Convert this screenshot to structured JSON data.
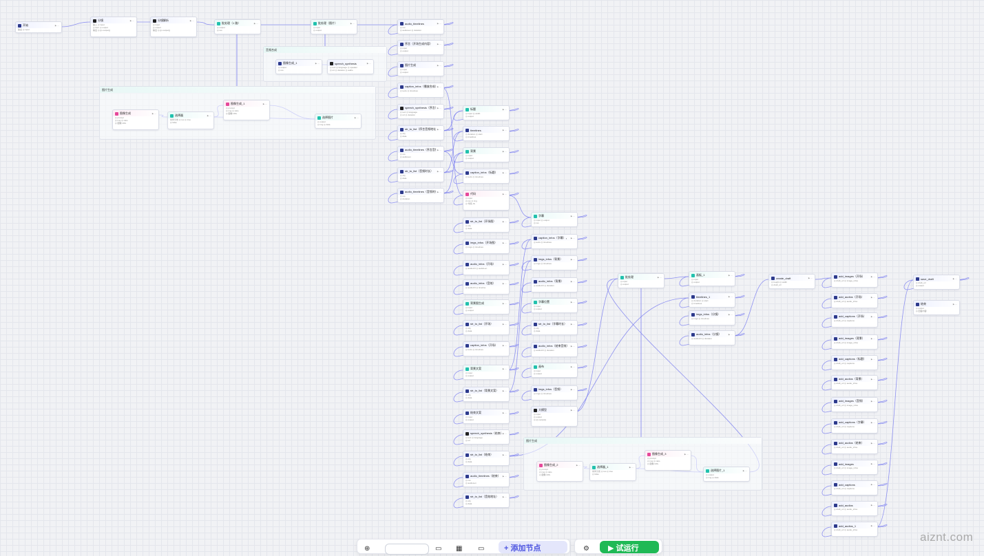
{
  "colors": {
    "edge": "#7b7ff0",
    "teal": "#21c1ad",
    "navy": "#2d3a8c",
    "black": "#222222",
    "pink": "#e6489a",
    "green": "#1fb955",
    "purple": "#5a5ff0"
  },
  "nodes": [
    {
      "id": "start",
      "title": "开始",
      "icon": "navy",
      "lines": [
        "输出 ◎ input"
      ]
    },
    {
      "id": "split",
      "title": "分镜",
      "icon": "black",
      "lines": [
        "输入 ◎ input",
        "◎ item ◎ output",
        "输出 ◎ {{x.output}}"
      ]
    },
    {
      "id": "parse",
      "title": "分镜解析",
      "icon": "black",
      "lines": [
        "◎ input",
        "◎ output",
        "输出 ◎ {{x.output}}"
      ]
    },
    {
      "id": "batch1",
      "title": "批处理（1 路）",
      "icon": "teal",
      "lines": [
        "◎ output",
        "◎ res"
      ]
    },
    {
      "id": "batch2",
      "title": "批处理（图片）",
      "icon": "teal",
      "lines": [
        "◎ input",
        "◎ output"
      ]
    },
    {
      "id": "audio1",
      "title": "audio_timelines",
      "icon": "blue",
      "lines": [
        "◎ res",
        "◎ audioLen ◎ duration"
      ]
    },
    {
      "id": "intro",
      "title": "序言（开场生成内容）",
      "icon": "blue",
      "lines": [
        "◎ input",
        "◎ output"
      ]
    },
    {
      "id": "imgtpl",
      "title": "图片生成",
      "icon": "blue",
      "lines": [
        "◎ input",
        "◎ output"
      ]
    },
    {
      "id": "cap1",
      "title": "caption_infos（播放合成）",
      "icon": "blue",
      "lines": [
        "◎ texts ◎ timelines"
      ]
    },
    {
      "id": "speech1",
      "title": "speech_synthesis（序言）",
      "icon": "black",
      "lines": [
        "◎ text ◎ language",
        "◎ url ◎ duration"
      ]
    },
    {
      "id": "tts1",
      "title": "str_to_list（序言音频地址）",
      "icon": "blue",
      "lines": [
        "◎ obj",
        "◎ data"
      ]
    },
    {
      "id": "audio2",
      "title": "audio_timelines（序言音频）",
      "icon": "blue",
      "lines": [
        "◎ res",
        "◎ audioLen"
      ]
    },
    {
      "id": "tts2",
      "title": "str_to_list（音频时长）",
      "icon": "blue",
      "lines": [
        "◎ obj",
        "◎ data"
      ]
    },
    {
      "id": "audio3",
      "title": "audio_timelines（音频时长）",
      "icon": "blue",
      "lines": [
        "◎ res",
        "◎ duration"
      ]
    },
    {
      "id": "title",
      "title": "标题",
      "icon": "teal",
      "lines": [
        "◎ input ◎ width",
        "◎ output"
      ]
    },
    {
      "id": "tl1",
      "title": "timelines",
      "icon": "blue",
      "lines": [
        "◎ duration ◎ start",
        "◎ timelines"
      ]
    },
    {
      "id": "bg",
      "title": "背景",
      "icon": "teal",
      "lines": [
        "◎ input",
        "◎ output"
      ]
    },
    {
      "id": "cap2",
      "title": "caption_infos（标题）",
      "icon": "blue",
      "lines": [
        "◎ texts ◎ timelines"
      ]
    },
    {
      "id": "code1",
      "title": "代码",
      "icon": "pink",
      "lines": [
        "◎ input",
        "◎ res ◎ img",
        "◎ 代码 JS"
      ]
    },
    {
      "id": "tts3",
      "title": "str_to_list（开场图）",
      "icon": "blue",
      "lines": [
        "◎ obj",
        "◎ data"
      ]
    },
    {
      "id": "img1",
      "title": "imgs_infos（开场图）",
      "icon": "blue",
      "lines": [
        "◎ imgs ◎ timelines"
      ]
    },
    {
      "id": "audio4",
      "title": "audio_infos（开场）",
      "icon": "blue",
      "lines": [
        "◎ audioUrl ◎ audioLen"
      ]
    },
    {
      "id": "audio5",
      "title": "audio_infos（音效）",
      "icon": "blue",
      "lines": [
        "◎ audioUrl ◎ timeline"
      ]
    },
    {
      "id": "bgimg",
      "title": "背景图生成",
      "icon": "teal",
      "lines": [
        "◎ input",
        "◎ output"
      ]
    },
    {
      "id": "tts4",
      "title": "str_to_list（开场）",
      "icon": "blue",
      "lines": [
        "◎ obj",
        "◎ data"
      ]
    },
    {
      "id": "cap3",
      "title": "caption_infos（开场）",
      "icon": "blue",
      "lines": [
        "◎ texts ◎ timelines"
      ]
    },
    {
      "id": "bgtxt",
      "title": "背景文案",
      "icon": "teal",
      "lines": [
        "◎ input",
        "◎ output"
      ]
    },
    {
      "id": "tts5",
      "title": "str_to_list（背景文案）",
      "icon": "blue",
      "lines": [
        "◎ obj",
        "◎ data"
      ]
    },
    {
      "id": "endtxt",
      "title": "结束文案",
      "icon": "navy",
      "lines": [
        "◎ input",
        "◎ output"
      ]
    },
    {
      "id": "speech2",
      "title": "speech_synthesis（结束语）",
      "icon": "black",
      "lines": [
        "◎ text ◎ language",
        "◎ url"
      ]
    },
    {
      "id": "tts6",
      "title": "str_to_list（结束）",
      "icon": "blue",
      "lines": [
        "◎ obj",
        "◎ data"
      ]
    },
    {
      "id": "audio6",
      "title": "audio_timelines（结束）",
      "icon": "blue",
      "lines": [
        "◎ res",
        "◎ audioLen"
      ]
    },
    {
      "id": "tts7",
      "title": "str_to_list（音效地址）",
      "icon": "blue",
      "lines": [
        "◎ obj",
        "◎ data"
      ]
    },
    {
      "id": "sub",
      "title": "字幕",
      "icon": "teal",
      "lines": [
        "◎ input ◎ output",
        "◎ res"
      ]
    },
    {
      "id": "cap4",
      "title": "caption_infos（字幕），",
      "icon": "blue",
      "lines": [
        "◎ texts ◎ timelines"
      ]
    },
    {
      "id": "img2",
      "title": "imgs_infos（背景）",
      "icon": "blue",
      "lines": [
        "◎ imgs ◎ timelines"
      ]
    },
    {
      "id": "audio7",
      "title": "audio_infos（背景）",
      "icon": "blue",
      "lines": [
        "◎ audioUrl ◎ duration"
      ]
    },
    {
      "id": "pos",
      "title": "字幕位置",
      "icon": "teal",
      "lines": [
        "◎ input",
        "◎ output"
      ]
    },
    {
      "id": "tts8",
      "title": "str_to_list（字幕时长）",
      "icon": "blue",
      "lines": [
        "◎ obj",
        "◎ data"
      ]
    },
    {
      "id": "audio8",
      "title": "audio_infos（结束音效）",
      "icon": "blue",
      "lines": [
        "◎ audioUrl ◎ duration"
      ]
    },
    {
      "id": "ratio",
      "title": "画布",
      "icon": "teal",
      "lines": [
        "◎ input",
        "◎ output"
      ]
    },
    {
      "id": "img3",
      "title": "imgs_infos（音频）",
      "icon": "blue",
      "lines": [
        "◎ imgs ◎ timelines"
      ]
    },
    {
      "id": "llm",
      "title": "大模型",
      "icon": "black",
      "lines": [
        "◎ input",
        "◎ output",
        "◎ {{x.output}}"
      ]
    },
    {
      "id": "batch3",
      "title": "批处理",
      "icon": "teal",
      "lines": [
        "◎ input",
        "◎ output"
      ]
    },
    {
      "id": "sel1",
      "title": "画板_1",
      "icon": "teal",
      "lines": [
        "◎ input",
        "◎ output"
      ]
    },
    {
      "id": "tl2",
      "title": "timelines_1",
      "icon": "blue",
      "lines": [
        "◎ duration ◎ start",
        "◎ timelines"
      ]
    },
    {
      "id": "img4",
      "title": "imgs_infos（分镜）",
      "icon": "blue",
      "lines": [
        "◎ imgs ◎ timelines"
      ]
    },
    {
      "id": "audio9",
      "title": "audio_infos（分镜）",
      "icon": "blue",
      "lines": [
        "◎ audioUrl ◎ duration"
      ]
    },
    {
      "id": "draft",
      "title": "create_draft",
      "icon": "navy",
      "lines": [
        "◎ height ◎ width",
        "◎ draft_url"
      ]
    },
    {
      "id": "ad1",
      "title": "add_images（开场）",
      "icon": "blue",
      "lines": [
        "◎ draft_url ◎ image_infos"
      ]
    },
    {
      "id": "ad2",
      "title": "add_audios（开场）",
      "icon": "blue",
      "lines": [
        "◎ draft_url ◎ audio_infos"
      ]
    },
    {
      "id": "ad3",
      "title": "add_captions（开场）",
      "icon": "blue",
      "lines": [
        "◎ draft_url ◎ captions"
      ]
    },
    {
      "id": "ad4",
      "title": "add_images（背景）",
      "icon": "blue",
      "lines": [
        "◎ draft_url ◎ image_infos"
      ]
    },
    {
      "id": "ad5",
      "title": "add_captions（标题）",
      "icon": "blue",
      "lines": [
        "◎ draft_url ◎ captions"
      ]
    },
    {
      "id": "ad6",
      "title": "add_audios（背景）",
      "icon": "blue",
      "lines": [
        "◎ draft_url ◎ audio_infos"
      ]
    },
    {
      "id": "ad7",
      "title": "add_images（音频）",
      "icon": "blue",
      "lines": [
        "◎ draft_url ◎ image_infos"
      ]
    },
    {
      "id": "ad8",
      "title": "add_captions（字幕）",
      "icon": "blue",
      "lines": [
        "◎ draft_url ◎ captions"
      ]
    },
    {
      "id": "ad9",
      "title": "add_audios（结束）",
      "icon": "blue",
      "lines": [
        "◎ draft_url ◎ audio_infos"
      ]
    },
    {
      "id": "ad10",
      "title": "add_images",
      "icon": "blue",
      "lines": [
        "◎ draft_url ◎ image_infos"
      ]
    },
    {
      "id": "ad11",
      "title": "add_captions",
      "icon": "blue",
      "lines": [
        "◎ draft_url ◎ captions"
      ]
    },
    {
      "id": "ad12",
      "title": "add_audios",
      "icon": "blue",
      "lines": [
        "◎ draft_url ◎ audio_infos"
      ]
    },
    {
      "id": "ad13",
      "title": "add_audios_1",
      "icon": "blue",
      "lines": [
        "◎ draft_url ◎ audio_infos"
      ]
    },
    {
      "id": "save",
      "title": "save_draft",
      "icon": "navy",
      "lines": [
        "◎ draft_url",
        "◎ output"
      ]
    },
    {
      "id": "end",
      "title": "结束",
      "icon": "navy",
      "lines": [
        "◎ output",
        "◎ 回答内容"
      ]
    },
    {
      "id": "g1_in",
      "title": "图像生成_1",
      "icon": "navy",
      "lines": [
        "◎ output",
        "◎ res"
      ]
    },
    {
      "id": "g1_sp",
      "title": "speech_synthesis",
      "icon": "black",
      "lines": [
        "◎ text ◎ language ◎ speaker",
        "◎ url ◎ duration ◎ audio"
      ]
    },
    {
      "id": "g2_code",
      "title": "图像生成",
      "icon": "pink",
      "lines": [
        "◎ prompt",
        "◎ img ◎ ratio",
        "◎ 图像 URL"
      ]
    },
    {
      "id": "g2_sel",
      "title": "选择器",
      "icon": "teal",
      "lines": [
        "条件分支 ◎ res ◎ true",
        "◎ false"
      ]
    },
    {
      "id": "g2_gen",
      "title": "图像生成_1",
      "icon": "pink",
      "lines": [
        "◎ prompt",
        "◎ img ◎ ratio",
        "◎ 图像 URL"
      ]
    },
    {
      "id": "g2_out",
      "title": "选择图片",
      "icon": "teal",
      "lines": [
        "◎ output",
        "◎ img ◎ data"
      ]
    },
    {
      "id": "g3_code",
      "title": "图像生成_2",
      "icon": "pink",
      "lines": [
        "◎ prompt",
        "◎ img ◎ ratio",
        "◎ 图像 URL"
      ]
    },
    {
      "id": "g3_sel",
      "title": "选择器_1",
      "icon": "teal",
      "lines": [
        "条件分支 ◎ res ◎ true",
        "◎ false"
      ]
    },
    {
      "id": "g3_gen",
      "title": "图像生成_3",
      "icon": "pink",
      "lines": [
        "◎ prompt",
        "◎ img ◎ ratio",
        "◎ 图像 URL"
      ]
    },
    {
      "id": "g3_out",
      "title": "选择图片_1",
      "icon": "teal",
      "lines": [
        "◎ output",
        "◎ img ◎ data"
      ]
    }
  ],
  "groups": [
    {
      "id": "grp1",
      "title": "音频合成"
    },
    {
      "id": "grp2",
      "title": "图片生成"
    },
    {
      "id": "grp3",
      "title": "图片生成"
    }
  ],
  "toolbar": {
    "add_label": "+ 添加节点",
    "run_label": "▶ 试运行"
  },
  "watermark": "aiznt.com"
}
